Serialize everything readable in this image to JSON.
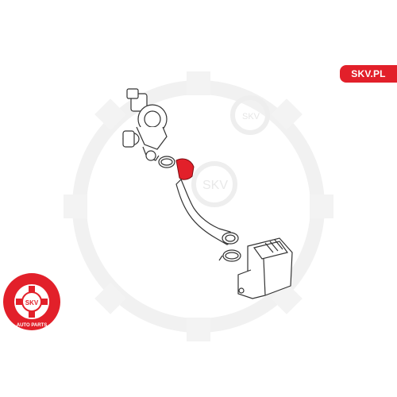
{
  "brand": {
    "label": "SKV.PL",
    "color": "#e2202a"
  },
  "logo": {
    "ring_text_top": "SKV",
    "ring_text_bottom": "AUTO PARTS",
    "color": "#e2202a"
  },
  "watermark": {
    "text": "SKV"
  },
  "diagram": {
    "highlight_color": "#e2202a",
    "parts": [
      "turbocharger",
      "clamp",
      "charge-air-hose",
      "intercooler-pipe",
      "intercooler"
    ]
  }
}
